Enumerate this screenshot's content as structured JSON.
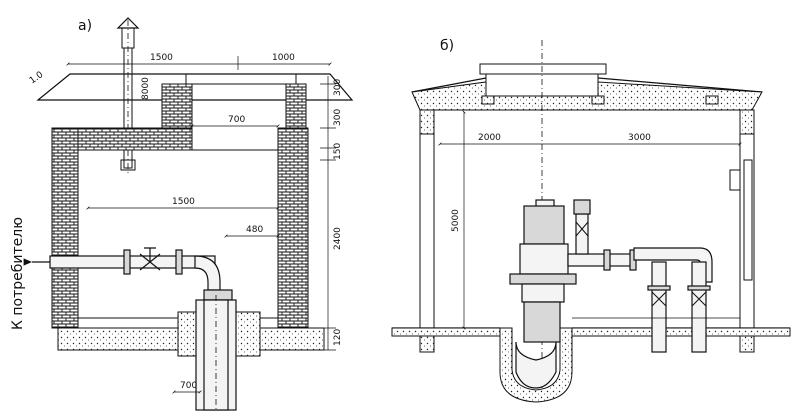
{
  "panel_a": {
    "label": "а)",
    "side_text": "К потребителю",
    "slope": "1.0",
    "dims": {
      "top_left": "1500",
      "top_right": "1000",
      "vent_height": "8000",
      "roof": "300",
      "wall_upper": "300",
      "slab": "150",
      "inner_top": "700",
      "inner_width": "1500",
      "inner_height": "2400",
      "pipe_offset": "480",
      "floor": "120",
      "well": "700"
    }
  },
  "panel_b": {
    "label": "б)",
    "dims": {
      "left_span": "2000",
      "right_span": "3000",
      "height": "5000"
    }
  }
}
